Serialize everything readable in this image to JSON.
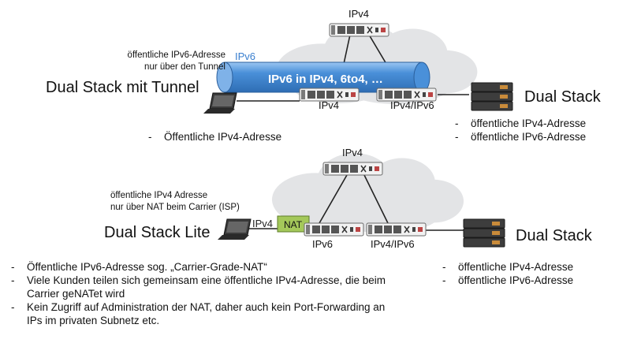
{
  "top": {
    "title": "Dual Stack mit Tunnel",
    "note_line1": "öffentliche IPv6-Adresse",
    "note_line2": "nur über den Tunnel",
    "tunnel_tag": "IPv6",
    "tunnel_text": "IPv6 in IPv4, 6to4, …",
    "router_top_label": "IPv4",
    "router_left_label": "IPv4",
    "router_right_label": "IPv4/IPv6",
    "right_title": "Dual Stack",
    "bullets_left": [
      "Öffentliche IPv4-Adresse"
    ],
    "bullets_right": [
      "öffentliche IPv4-Adresse",
      "öffentliche IPv6-Adresse"
    ]
  },
  "bottom": {
    "title": "Dual Stack Lite",
    "note_line1": "öffentliche IPv4 Adresse",
    "note_line2": "nur über NAT beim Carrier (ISP)",
    "link_tag": "IPv4",
    "nat_label": "NAT",
    "router_top_label": "IPv4",
    "router_left_label": "IPv6",
    "router_right_label": "IPv4/IPv6",
    "right_title": "Dual Stack",
    "bullets_left": [
      "Öffentliche IPv6-Adresse sog. „Carrier-Grade-NAT“",
      "Viele Kunden teilen sich gemeinsam eine öffentliche IPv4-Adresse, die beim Carrier geNATet wird",
      "Kein Zugriff auf Administration der NAT, daher auch kein Port-Forwarding an IPs im privaten Subnetz etc."
    ],
    "bullets_right": [
      "öffentliche IPv4-Adresse",
      "öffentliche IPv6-Adresse"
    ]
  },
  "colors": {
    "tunnel": "#4a90d9",
    "nat": "#a4c85a",
    "cloud": "#e3e4e6"
  },
  "icons": {
    "laptop": "laptop-icon",
    "router": "router-icon",
    "server": "server-stack-icon",
    "cloud": "cloud-icon"
  }
}
